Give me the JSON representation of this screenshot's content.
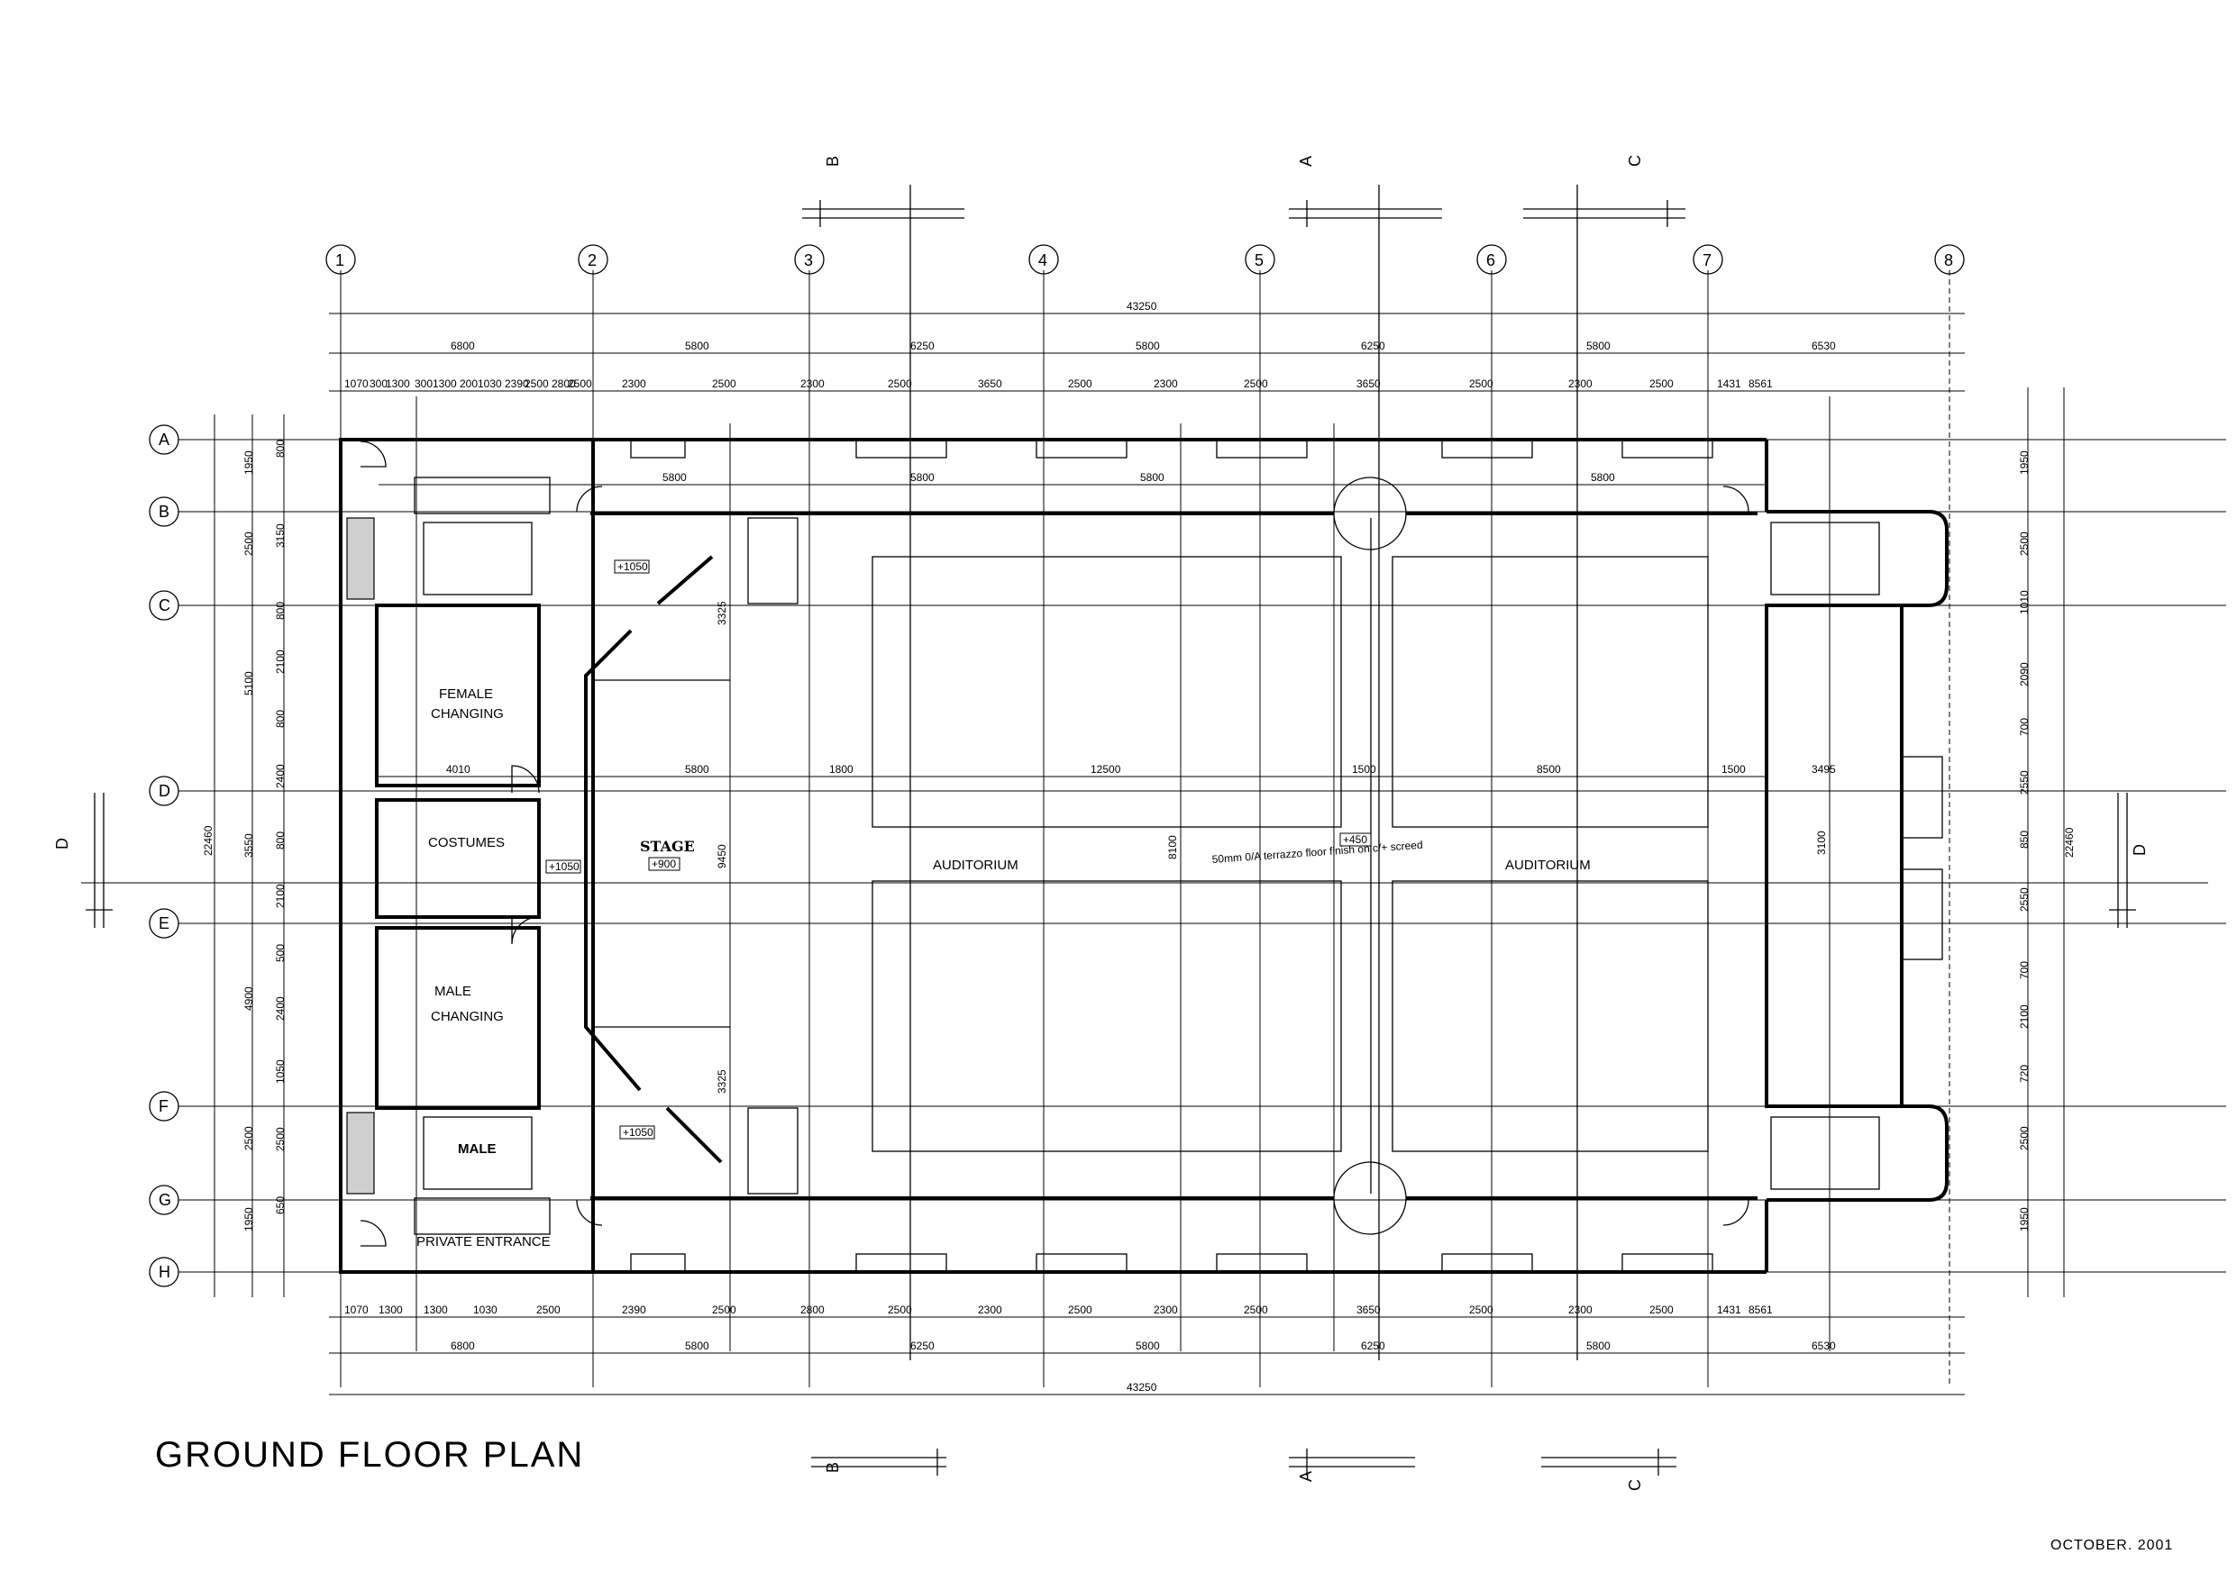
{
  "drawing": {
    "title": "GROUND FLOOR PLAN",
    "date": "OCTOBER. 2001"
  },
  "grid_columns": [
    "1",
    "2",
    "3",
    "4",
    "5",
    "6",
    "7",
    "8"
  ],
  "grid_rows": [
    "A",
    "B",
    "C",
    "D",
    "E",
    "F",
    "G",
    "H"
  ],
  "sections": {
    "b": "B",
    "a": "A",
    "c": "C",
    "d": "D"
  },
  "dims_top": {
    "overall": "43250",
    "bays": [
      "6800",
      "5800",
      "6250",
      "5800",
      "6250",
      "5800",
      "6530"
    ],
    "sub": [
      "1070",
      "300",
      "1300",
      "300",
      "1300",
      "200",
      "1030",
      "2390",
      "2500",
      "2800",
      "2500",
      "2300",
      "2500",
      "2300",
      "2500",
      "3650",
      "2500",
      "2300",
      "2500",
      "1431",
      "8561"
    ]
  },
  "dims_bottom": {
    "overall": "43250",
    "bays": [
      "6800",
      "5800",
      "6250",
      "5800",
      "6250",
      "5800",
      "6530"
    ]
  },
  "dims_left": {
    "overall": "22460",
    "outer": [
      "1950",
      "2500",
      "5100",
      "3550",
      "4900",
      "2500",
      "1950"
    ],
    "inner": [
      "800",
      "3150",
      "800",
      "2100",
      "800",
      "2400",
      "800",
      "2100",
      "500",
      "2400",
      "1050",
      "2500",
      "650"
    ]
  },
  "dims_right": {
    "overall": "22460",
    "inner": [
      "1950",
      "2500",
      "1010",
      "2090",
      "700",
      "2550",
      "850",
      "2550",
      "700",
      "2100",
      "720",
      "2500",
      "1950"
    ]
  },
  "dims_interior": [
    "5800",
    "5800",
    "5800",
    "5800",
    "4010",
    "5800",
    "1800",
    "12500",
    "1500",
    "8500",
    "1500",
    "3495",
    "9450",
    "8100",
    "3100",
    "3325",
    "3325"
  ],
  "rooms": {
    "female_1": "FEMALE",
    "female_2": "CHANGING",
    "costumes": "COSTUMES",
    "male_1": "MALE",
    "male_2": "CHANGING",
    "stage": "STAGE",
    "auditorium_left": "AUDITORIUM",
    "auditorium_right": "AUDITORIUM",
    "male_wc": "MALE",
    "private_entrance": "PRIVATE ENTRANCE",
    "floor_note": "50mm 0/A terrazzo floor finish on c/+ screed"
  },
  "levels": {
    "stage": "+900",
    "upper": "+1050",
    "lower": "+1050",
    "costume": "+1050",
    "auditorium": "+450"
  }
}
